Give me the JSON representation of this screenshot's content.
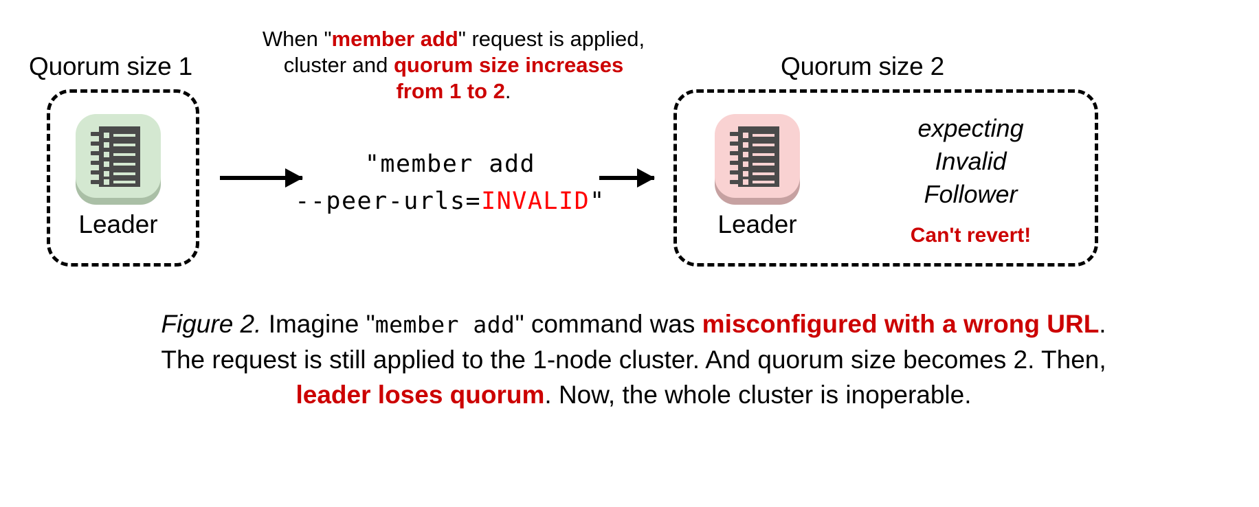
{
  "figure": {
    "colors": {
      "accent_red": "#cc0000",
      "invalid_red": "#ff0000",
      "leader_healthy_bg": "#d4e8d1",
      "leader_healthy_shadow": "#aabfa6",
      "leader_broken_bg": "#f9d2d2",
      "leader_broken_shadow": "#c6a1a1",
      "icon_body": "#4a4a4a",
      "text": "#000000",
      "background": "#ffffff"
    },
    "left_cluster": {
      "title": "Quorum size 1",
      "node_label": "Leader",
      "node_icon": "server-rack-icon",
      "state": "healthy"
    },
    "right_cluster": {
      "title": "Quorum size 2",
      "node_label": "Leader",
      "node_icon": "server-rack-icon",
      "state": "broken",
      "expecting_lines": [
        "expecting",
        "Invalid",
        "Follower"
      ],
      "warning": "Can't revert!"
    },
    "top_note": {
      "line1_a": "When \"",
      "line1_b": "member add",
      "line1_c": "\" request is applied,",
      "line2_a": "cluster and ",
      "line2_b": "quorum size increases",
      "line3_b": "from 1 to 2",
      "line3_c": "."
    },
    "command": {
      "line1": "\"member add",
      "line2_prefix": "--peer-urls=",
      "line2_invalid": "INVALID",
      "line2_suffix": "\""
    },
    "arrows": {
      "arrow_1": "arrow-right-icon",
      "arrow_2": "arrow-right-icon"
    },
    "caption": {
      "label": "Figure 2.",
      "p1": " Imagine \"",
      "cmd": "member add",
      "p2": "\" command was ",
      "em1": "misconfigured with a wrong URL",
      "p3": ".",
      "p4": "The request is still applied to the 1-node cluster. And quorum size becomes 2. Then,",
      "em2": "leader loses quorum",
      "p5": ". Now, the whole cluster is inoperable."
    }
  }
}
